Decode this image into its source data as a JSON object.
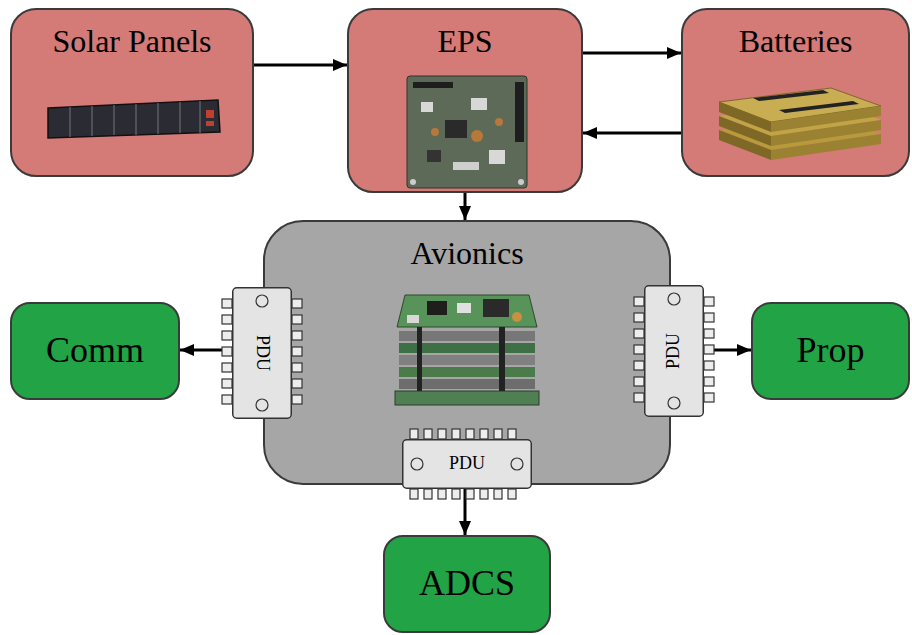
{
  "diagram": {
    "nodes": [
      {
        "text": [
          "Solar Panels"
        ]
      },
      {
        "text": [
          "EPS"
        ]
      },
      {
        "text": [
          "Batteries"
        ]
      },
      {
        "text": [
          "Avionics"
        ]
      },
      {
        "text": [
          "PDU"
        ],
        "in": 3
      },
      {
        "text": [
          "PDU"
        ],
        "in": 3
      },
      {
        "text": [
          "PDU"
        ],
        "in": 3
      },
      {
        "text": [
          "Comm"
        ]
      },
      {
        "text": [
          "Prop"
        ]
      },
      {
        "text": [
          "ADCS"
        ]
      }
    ],
    "edges": [
      {
        "from": 0,
        "to": 1,
        "arrow": "to"
      },
      {
        "from": 1,
        "to": 2,
        "arrow": "to"
      },
      {
        "from": 2,
        "to": 1,
        "arrow": "to"
      },
      {
        "from": 1,
        "to": 3,
        "arrow": "to"
      },
      {
        "from": 3,
        "to": 4,
        "arrow": "to"
      },
      {
        "from": 3,
        "to": 5,
        "arrow": "to"
      },
      {
        "from": 3,
        "to": 6,
        "arrow": "to"
      },
      {
        "from": 4,
        "to": 7,
        "arrow": "to"
      },
      {
        "from": 5,
        "to": 8,
        "arrow": "to"
      },
      {
        "from": 6,
        "to": 9,
        "arrow": "to"
      }
    ]
  }
}
